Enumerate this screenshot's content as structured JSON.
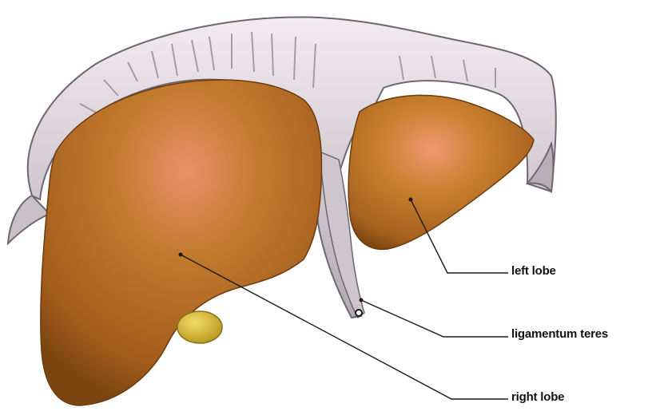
{
  "diagram": {
    "subject": "liver",
    "labels": {
      "left_lobe": "left lobe",
      "ligamentum_teres": "ligamentum teres",
      "right_lobe": "right lobe"
    },
    "colors": {
      "lobe_base": "#a8601c",
      "lobe_highlight": "#e8926a",
      "lobe_shadow": "#7a4510",
      "capsule": "#d9cfd6",
      "capsule_shadow": "#8e8590",
      "gallbladder": "#d8b830",
      "leader_line": "#1a1a1a"
    }
  }
}
